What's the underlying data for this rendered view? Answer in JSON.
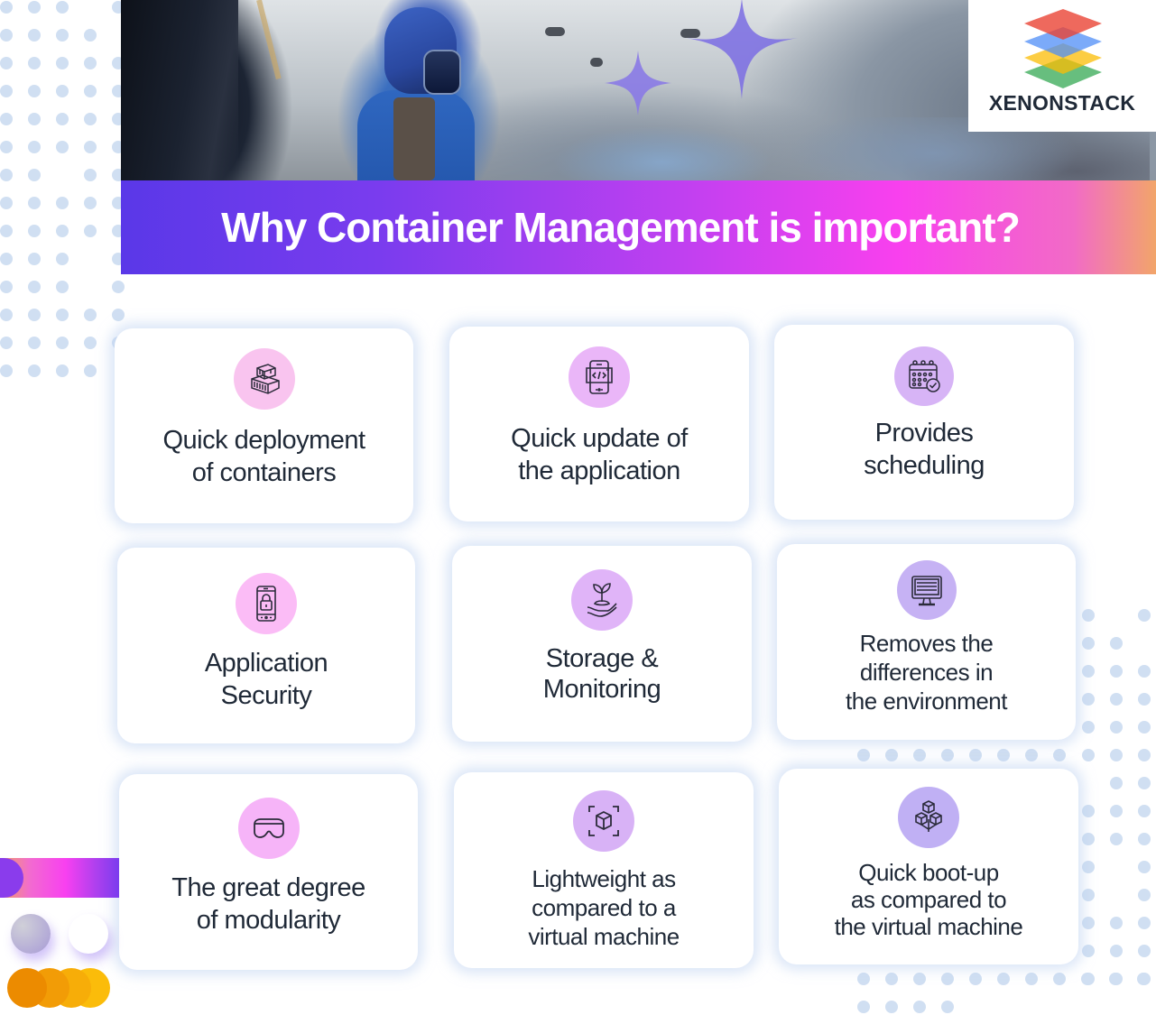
{
  "brand": {
    "name": "XENONSTACK",
    "logo_layers": [
      "#ea4335",
      "#4f8ef7",
      "#fbbc04",
      "#34a853"
    ]
  },
  "banner": {
    "title": "Why Container Management is important?",
    "gradient": [
      "#5a38e8",
      "#c240f0",
      "#f840ee",
      "#f2a56a"
    ]
  },
  "cards": [
    {
      "label": "Quick deployment\nof containers",
      "icon": "shipping-containers-icon",
      "icon_bg": "#f9c4ef"
    },
    {
      "label": "Quick update of\nthe application",
      "icon": "mobile-code-icon",
      "icon_bg": "#eab6f8"
    },
    {
      "label": "Provides\nscheduling",
      "icon": "calendar-check-icon",
      "icon_bg": "#d7b4f6"
    },
    {
      "label": "Application\nSecurity",
      "icon": "phone-lock-icon",
      "icon_bg": "#fbbcf6"
    },
    {
      "label": "Storage &\nMonitoring",
      "icon": "plant-in-hand-icon",
      "icon_bg": "#e0b4f8"
    },
    {
      "label": "Removes the\ndifferences in\nthe environment",
      "icon": "desktop-monitor-icon",
      "icon_bg": "#c6b2f4"
    },
    {
      "label": "The great degree\nof modularity",
      "icon": "vr-goggles-icon",
      "icon_bg": "#f6b4f8"
    },
    {
      "label": "Lightweight as\ncompared to a\nvirtual machine",
      "icon": "cube-scan-icon",
      "icon_bg": "#d8b2f6"
    },
    {
      "label": "Quick boot-up\nas compared to\nthe virtual machine",
      "icon": "stacked-cubes-icon",
      "icon_bg": "#c0b0f4"
    }
  ],
  "colors": {
    "text": "#1f2937",
    "dots": "#d0dff2",
    "card_shadow": "#bed2f0"
  }
}
